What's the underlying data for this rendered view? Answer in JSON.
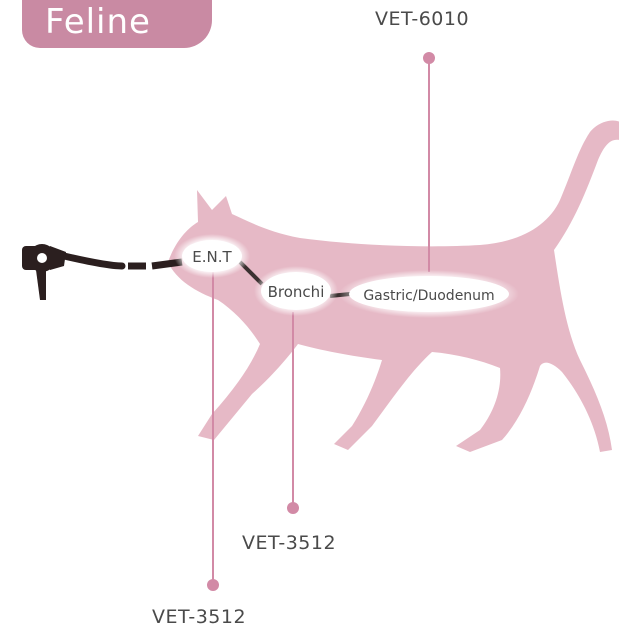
{
  "species_badge": "Feline",
  "models": {
    "top": "VET-6010",
    "middle": "VET-3512",
    "bottom": "VET-3512"
  },
  "regions": {
    "ent": "E.N.T",
    "bronchi": "Bronchi",
    "gastric": "Gastric/Duodenum"
  },
  "colors": {
    "badge": "#c98aa3",
    "body": "#e6b9c6",
    "line": "#d28aa6",
    "scope": "#2b1f1f"
  },
  "icons": [
    "endoscope-handle-icon",
    "cat-silhouette"
  ]
}
